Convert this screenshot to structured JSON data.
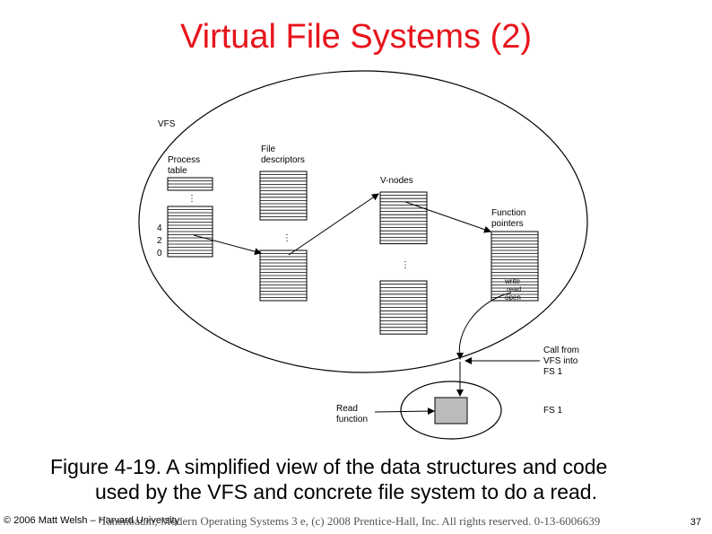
{
  "title": "Virtual File Systems (2)",
  "diagram": {
    "vfs_label": "VFS",
    "process_table_label": [
      "Process",
      "table"
    ],
    "file_descriptors_label": [
      "File",
      "descriptors"
    ],
    "vnodes_label": "V-nodes",
    "function_pointers_label": [
      "Function",
      "pointers"
    ],
    "entry_numbers": [
      "4",
      "2",
      "0"
    ],
    "function_entries": [
      "write",
      "read",
      "open"
    ],
    "call_label": [
      "Call from",
      "VFS into",
      "FS 1"
    ],
    "read_function_label": [
      "Read",
      "function"
    ],
    "fs1_label": "FS 1",
    "ellipsis": "⋮"
  },
  "caption": {
    "line1": "Figure 4-19. A simplified view of the data structures and code",
    "line2": "used by the VFS and concrete file system to do a read."
  },
  "footer": {
    "left": "© 2006 Matt Welsh – Harvard University",
    "center": "Tanenbaum, Modern Operating Systems 3 e, (c) 2008 Prentice-Hall, Inc. All rights reserved. 0-13-6006639",
    "page": "37"
  }
}
